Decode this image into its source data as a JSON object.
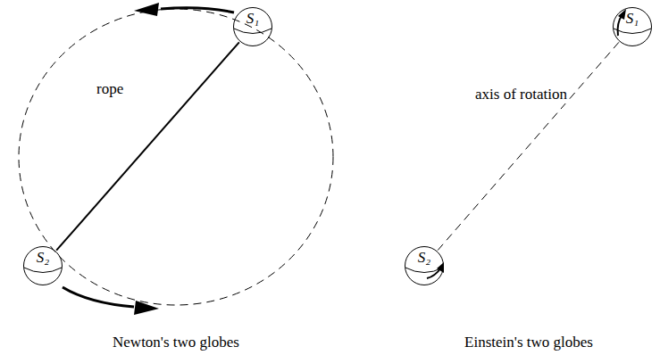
{
  "diagram": {
    "nodes": [
      {
        "text": [
          "S₁"
        ]
      },
      {
        "text": [
          "S₂"
        ]
      },
      {
        "text": [
          "S₁"
        ]
      },
      {
        "text": [
          "S₂"
        ]
      }
    ],
    "edges": [
      {
        "from": 0,
        "to": 1,
        "arrow": "none",
        "label": "rope"
      },
      {
        "from": 2,
        "to": 3,
        "arrow": "none",
        "label": "axis of rotation"
      }
    ],
    "labels": [
      "Newton's two globes",
      "Einstein's two globes"
    ]
  }
}
